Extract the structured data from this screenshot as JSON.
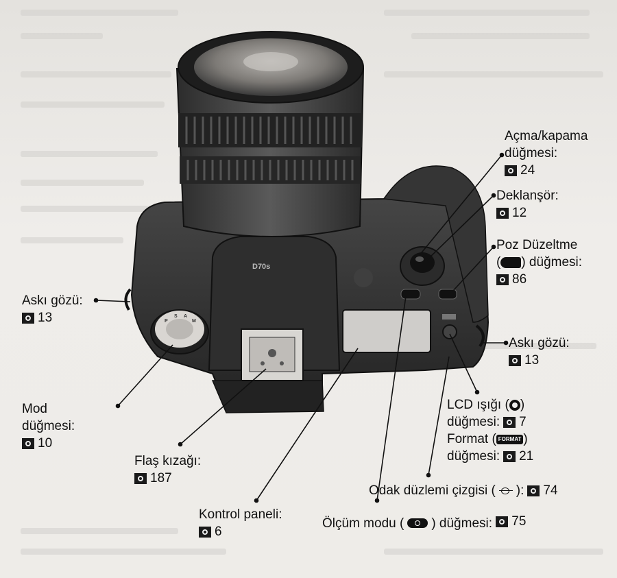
{
  "labels": {
    "power_switch": {
      "line1": "Açma/kapama",
      "line2": "düğmesi:",
      "page": "24"
    },
    "shutter": {
      "line1": "Deklanşör:",
      "page": "12"
    },
    "exposure_comp": {
      "line1": "Poz Düzeltme",
      "line2_pre": "(",
      "line2_post": ") düğmesi:",
      "page": "86"
    },
    "strap_eyelet_left": {
      "line1": "Askı gözü:",
      "page": "13"
    },
    "strap_eyelet_right": {
      "line1": "Askı gözü:",
      "page": "13"
    },
    "mode_dial": {
      "line1": "Mod",
      "line2": "düğmesi:",
      "page": "10"
    },
    "lcd_light": {
      "line1_pre": "LCD ışığı (",
      "line1_post": ")",
      "line2": "düğmesi:",
      "page": "7"
    },
    "format": {
      "line1_pre": "Format (",
      "symbol": "FORMAT",
      "line1_post": ")",
      "line2": "düğmesi:",
      "page": "21"
    },
    "flash_shoe": {
      "line1": "Flaş kızağı:",
      "page": "187"
    },
    "focal_plane": {
      "text_pre": "Odak düzlemi çizgisi  (",
      "text_post": "):",
      "page": "74"
    },
    "control_panel": {
      "line1": "Kontrol paneli:",
      "page": "6"
    },
    "metering": {
      "text_pre": "Ölçüm modu (",
      "text_post": ") düğmesi:",
      "page": "75"
    }
  },
  "camera": {
    "model_badge": "D70s"
  },
  "colors": {
    "ink": "#111111",
    "background": "#eceae6",
    "camera_body": "#3a3a3a"
  }
}
